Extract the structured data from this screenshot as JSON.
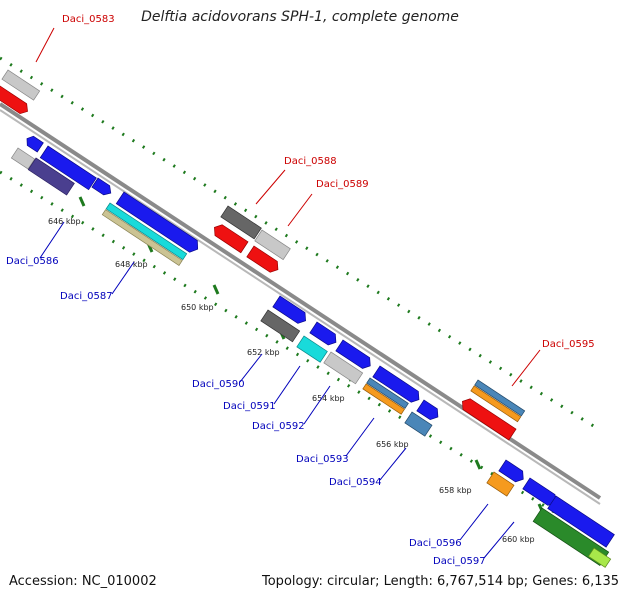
{
  "map": {
    "title": "Delftia acidovorans SPH-1, complete genome",
    "accession": "Accession: NC_010002",
    "summary": "Topology: circular; Length: 6,767,514 bp; Genes: 6,135",
    "colors": {
      "red": "#ee1111",
      "blue": "#1a1aee",
      "grey": "#c8c8c8",
      "darkgrey": "#666666",
      "navy": "#4a3f8f",
      "cyan": "#19dada",
      "khaki": "#cbc393",
      "orange": "#f59a1e",
      "steelblue": "#4a86b8",
      "green": "#2a8a2a",
      "lime": "#a8e84a",
      "label_red": "#cc0000",
      "label_blue": "#0000bb",
      "backbone": "#8a8a8a",
      "dots": "#1e7a1e"
    },
    "tick_labels": [
      "646 kbp",
      "648 kbp",
      "650 kbp",
      "652 kbp",
      "654 kbp",
      "656 kbp",
      "658 kbp",
      "660 kbp"
    ],
    "gene_labels": {
      "daci_0583": "Daci_0583",
      "daci_0586": "Daci_0586",
      "daci_0587": "Daci_0587",
      "daci_0588": "Daci_0588",
      "daci_0589": "Daci_0589",
      "daci_0590": "Daci_0590",
      "daci_0591": "Daci_0591",
      "daci_0592": "Daci_0592",
      "daci_0593": "Daci_0593",
      "daci_0594": "Daci_0594",
      "daci_0595": "Daci_0595",
      "daci_0596": "Daci_0596",
      "daci_0597": "Daci_0597"
    }
  }
}
